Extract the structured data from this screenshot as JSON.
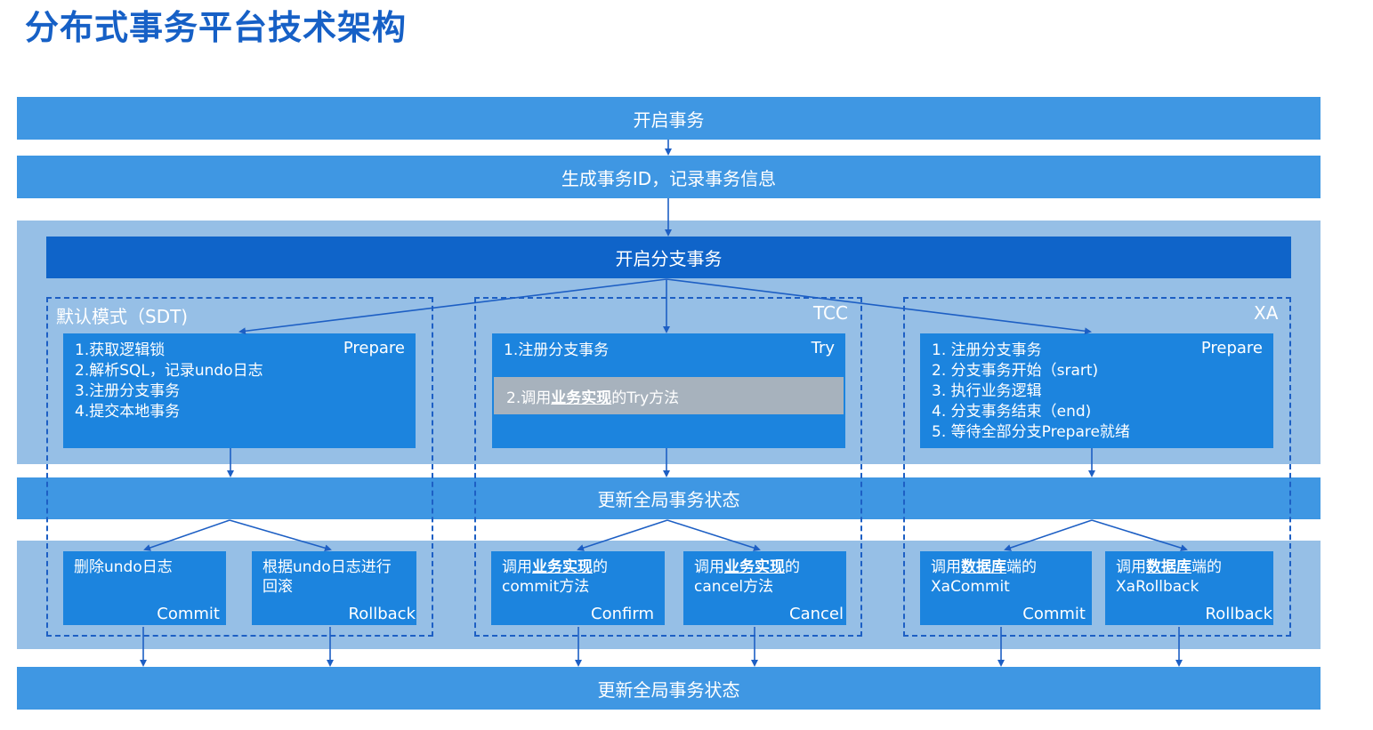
{
  "title": "分布式事务平台技术架构",
  "flow": {
    "start": "开启事务",
    "generate": "生成事务ID，记录事务信息",
    "branch": "开启分支事务",
    "update_mid": "更新全局事务状态",
    "update_final": "更新全局事务状态"
  },
  "modes": {
    "sdt": {
      "label": "默认模式（SDT)",
      "phase": "Prepare",
      "steps": [
        "1.获取逻辑锁",
        "2.解析SQL，记录undo日志",
        "3.注册分支事务",
        "4.提交本地事务"
      ],
      "commit": {
        "text": "删除undo日志",
        "phase": "Commit"
      },
      "rollback": {
        "text": "根据undo日志进行回滚",
        "phase": "Rollback"
      }
    },
    "tcc": {
      "label": "TCC",
      "phase": "Try",
      "step1": "1.注册分支事务",
      "step2_pre": "2.调用",
      "step2_hl": "业务实现",
      "step2_post": "的Try方法",
      "confirm": {
        "pre": "调用",
        "hl": "业务实现",
        "post": "的",
        "line2": "commit方法",
        "phase": "Confirm"
      },
      "cancel": {
        "pre": "调用",
        "hl": "业务实现",
        "post": "的",
        "line2": "cancel方法",
        "phase": "Cancel"
      }
    },
    "xa": {
      "label": "XA",
      "phase": "Prepare",
      "steps": [
        "1. 注册分支事务",
        "2. 分支事务开始（srart)",
        "3. 执行业务逻辑",
        "4. 分支事务结束（end)",
        "5. 等待全部分支Prepare就绪"
      ],
      "commit": {
        "pre": "调用",
        "hl": "数据库",
        "post": "端的",
        "line2": "XaCommit",
        "phase": "Commit"
      },
      "rollback": {
        "pre": "调用",
        "hl": "数据库",
        "post": "端的",
        "line2": "XaRollback",
        "phase": "Rollback"
      }
    }
  },
  "colors": {
    "band": "#3f97e3",
    "band_dark": "#0f64c9",
    "panel": "#96bfe6",
    "box": "#1c84de",
    "title": "#1660c6",
    "arrow": "#1d5fc4"
  }
}
